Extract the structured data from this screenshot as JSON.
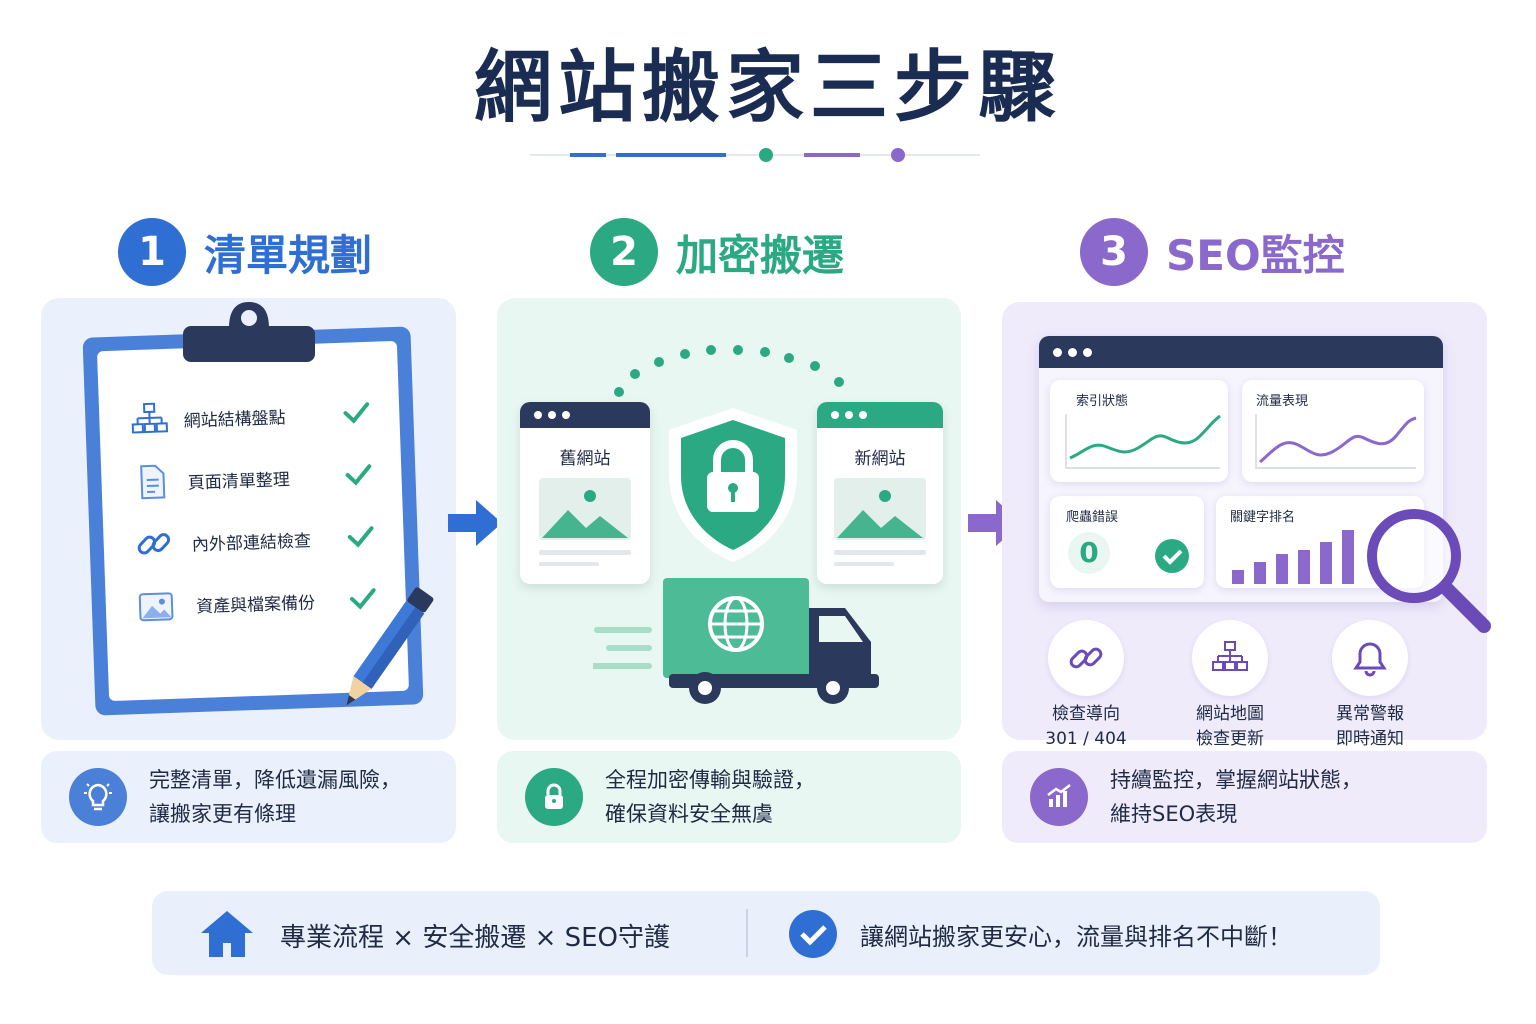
{
  "title": "網站搬家三步驟",
  "colors": {
    "blue": "#2f6ed2",
    "green": "#2ba982",
    "purple": "#8a68cc",
    "navy": "#1b2c52"
  },
  "steps": [
    {
      "number": "1",
      "title": "清單規劃",
      "color": "#2f6ed2",
      "checklist": [
        {
          "icon": "sitemap-icon",
          "label": "網站結構盤點"
        },
        {
          "icon": "document-icon",
          "label": "頁面清單整理"
        },
        {
          "icon": "link-icon",
          "label": "內外部連結檢查"
        },
        {
          "icon": "image-icon",
          "label": "資產與檔案備份"
        }
      ],
      "note": {
        "icon": "lightbulb-icon",
        "line1": "完整清單，降低遺漏風險，",
        "line2": "讓搬家更有條理"
      }
    },
    {
      "number": "2",
      "title": "加密搬遷",
      "color": "#2ba982",
      "old_site": "舊網站",
      "new_site": "新網站",
      "note": {
        "icon": "lock-icon",
        "line1": "全程加密傳輸與驗證，",
        "line2": "確保資料安全無虞"
      }
    },
    {
      "number": "3",
      "title": "SEO監控",
      "color": "#8a68cc",
      "cards": {
        "index": "索引狀態",
        "traffic": "流量表現",
        "crawl": "爬蟲錯誤",
        "crawl_value": "0",
        "keyword": "關鍵字排名"
      },
      "features": [
        {
          "icon": "link-icon",
          "line1": "檢查導向",
          "line2": "301 / 404"
        },
        {
          "icon": "sitemap-icon",
          "line1": "網站地圖",
          "line2": "檢查更新"
        },
        {
          "icon": "bell-icon",
          "line1": "異常警報",
          "line2": "即時通知"
        }
      ],
      "note": {
        "icon": "chart-icon",
        "line1": "持續監控，掌握網站狀態，",
        "line2": "維持SEO表現"
      }
    }
  ],
  "footer": {
    "left": "專業流程 × 安全搬遷 × SEO守護",
    "right": "讓網站搬家更安心，流量與排名不中斷！"
  }
}
